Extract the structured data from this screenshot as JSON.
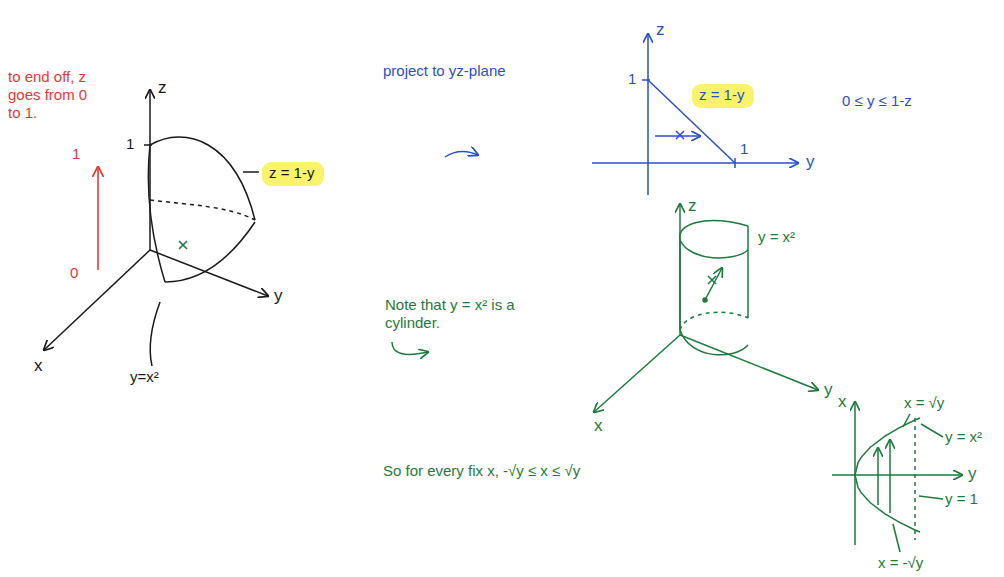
{
  "diagram": {
    "nodes": [
      {
        "text": [
          "z = 1-y"
        ]
      },
      {
        "text": [
          "z = 1-y"
        ]
      }
    ],
    "labels": [
      "to end off, z goes from 0 to 1.",
      "1",
      "0",
      "z",
      "1",
      "y",
      "x",
      "y=x²",
      "project to yz-plane",
      "z",
      "1",
      "y",
      "1",
      "0 ≤ y ≤ 1-z",
      "Note that y = x² is a cylinder.",
      "z",
      "y = x²",
      "y",
      "x",
      "So for every fix x, -√y ≤ x ≤ √y",
      "x",
      "x = √y",
      "y",
      "y = x²",
      "y = 1",
      "x = -√y"
    ]
  }
}
